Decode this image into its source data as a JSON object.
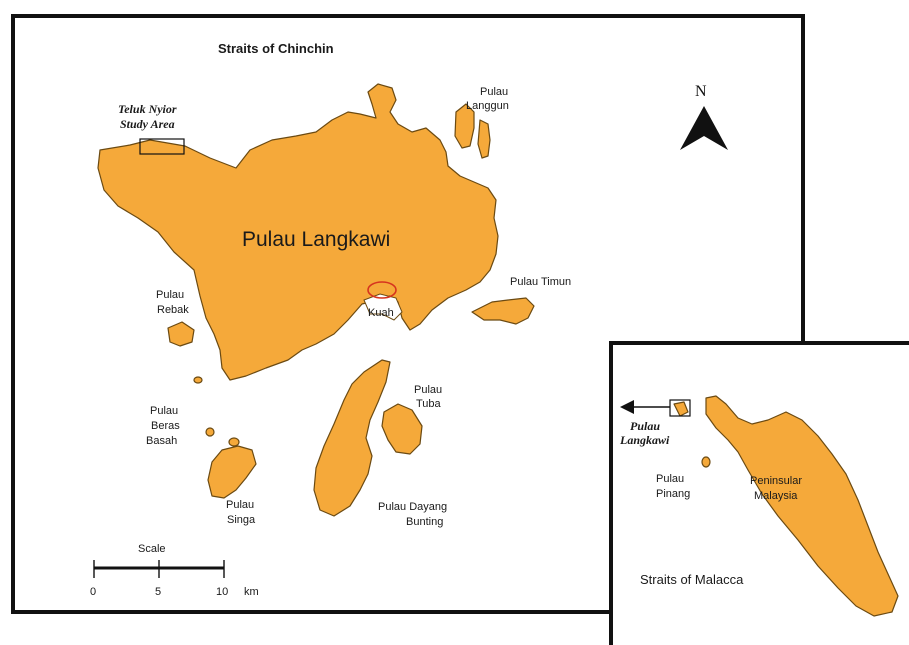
{
  "colors": {
    "land": "#F5A93A",
    "outline": "#6b4a12",
    "frame": "#111111",
    "kuah_marker": "#d6341f"
  },
  "main_map": {
    "sea_label": "Straits of Chinchin",
    "main_island": "Pulau Langkawi",
    "study_area": {
      "line1": "Teluk Nyior",
      "line2": "Study Area"
    },
    "islands": {
      "langgun": {
        "line1": "Pulau",
        "line2": "Langgun"
      },
      "timun": "Pulau Timun",
      "rebak": {
        "line1": "Pulau",
        "line2": "Rebak"
      },
      "beras_basah": {
        "line1": "Pulau",
        "line2": "Beras",
        "line3": "Basah"
      },
      "singa": {
        "line1": "Pulau",
        "line2": "Singa"
      },
      "tuba": {
        "line1": "Pulau",
        "line2": "Tuba"
      },
      "dayang_bunting": {
        "line1": "Pulau Dayang",
        "line2": "Bunting"
      }
    },
    "town": "Kuah",
    "north": "N",
    "scale": {
      "title": "Scale",
      "ticks": [
        "0",
        "5",
        "10"
      ],
      "unit": "km"
    }
  },
  "inset_map": {
    "langkawi": {
      "line1": "Pulau",
      "line2": "Langkawi"
    },
    "pinang": {
      "line1": "Pulau",
      "line2": "Pinang"
    },
    "peninsula": {
      "line1": "Peninsular",
      "line2": "Malaysia"
    },
    "sea_label": "Straits of Malacca"
  }
}
